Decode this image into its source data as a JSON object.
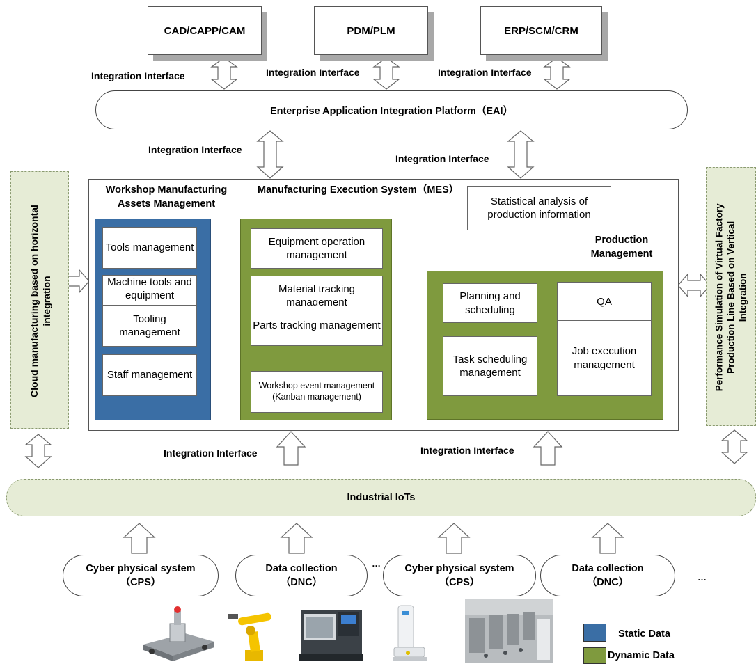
{
  "top_systems": [
    "CAD/CAPP/CAM",
    "PDM/PLM",
    "ERP/SCM/CRM"
  ],
  "integration_interface": "Integration Interface",
  "eai": "Enterprise Application Integration Platform（EAI）",
  "mes_title": "Manufacturing Execution System（MES）",
  "assets": {
    "title_line1": "Workshop Manufacturing",
    "title_line2": "Assets Management",
    "items": [
      "Tools management",
      "Machine tools and equipment management",
      "Tooling management",
      "Staff management"
    ]
  },
  "tracking": {
    "items": [
      "Equipment operation management",
      "Material tracking management",
      "Parts tracking management"
    ],
    "kanban_line1": "Workshop event management",
    "kanban_line2": "(Kanban management)"
  },
  "statistical": "Statistical analysis of production information",
  "production": {
    "title_line1": "Production",
    "title_line2": "Management",
    "planning": "Planning and scheduling",
    "qa": "QA",
    "task": "Task scheduling management",
    "job": "Job execution management"
  },
  "left_column": {
    "line1": "Cloud manufacturing based on horizontal",
    "line2": "integration"
  },
  "right_column": {
    "line1": "Performance Simulation of Virtual Factory",
    "line2": "Production Line Based on Vertical",
    "line3": "Integration"
  },
  "iot": "Industrial IoTs",
  "bottom_nodes": [
    {
      "line1": "Cyber physical system",
      "line2": "（CPS）"
    },
    {
      "line1": "Data collection",
      "line2": "（DNC）"
    },
    {
      "line1": "Cyber physical system",
      "line2": "（CPS）"
    },
    {
      "line1": "Data collection",
      "line2": "（DNC）"
    }
  ],
  "ellipsis": "…",
  "legend": {
    "static": "Static Data",
    "dynamic": "Dynamic Data",
    "static_color": "#3a6ea5",
    "dynamic_color": "#7f9a3e"
  },
  "equipment_images": [
    "agv-robot",
    "industrial-robot-arm",
    "cnc-lathe",
    "forklift-robot",
    "factory-floor"
  ]
}
